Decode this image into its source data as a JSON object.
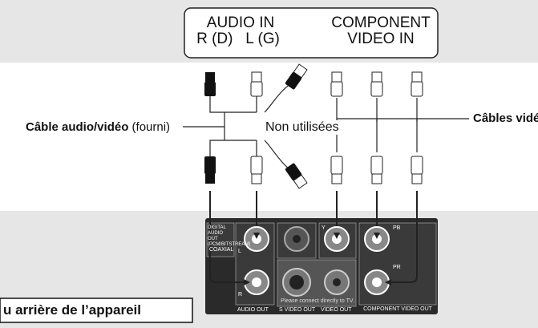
{
  "tv_panel": {
    "audio_in_title": "AUDIO IN",
    "audio_channels": "R (D)   L (G)",
    "component_title_line1": "COMPONENT",
    "component_title_line2": "VIDEO IN"
  },
  "callouts": {
    "av_cable_bold": "Câble audio/vidéo",
    "av_cable_normal": "(fourni)",
    "unused": "Non utilisées",
    "video_cables": "Câbles vidéo"
  },
  "unit_panel": {
    "caption": "u arrière de l’appareil",
    "digital_label": "DIGITAL AUDIO OUT (PCM/BITSTREAM)",
    "coaxial_label": "COAXIAL",
    "L_label": "L",
    "R_label": "R",
    "Y_label": "Y",
    "PB_label": "PB",
    "PR_label": "PR",
    "audio_out_label": "AUDIO OUT",
    "s_video_out_label": "S VIDEO OUT",
    "video_out_label": "VIDEO OUT",
    "component_out_label": "COMPONENT VIDEO OUT",
    "connect_note": "Please connect directly to TV."
  }
}
